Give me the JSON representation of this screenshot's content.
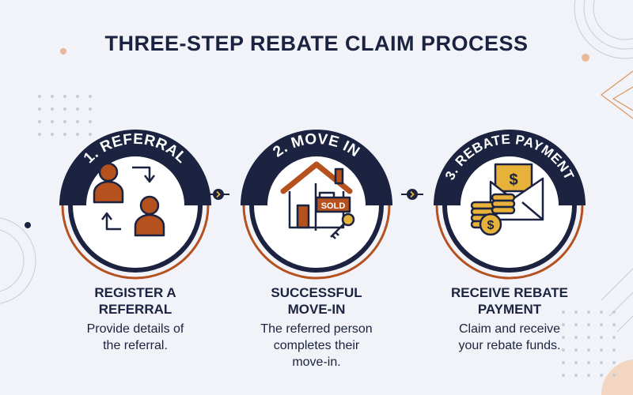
{
  "title": "THREE-STEP REBATE CLAIM PROCESS",
  "colors": {
    "navy": "#1b2340",
    "orange": "#b5511f",
    "gold": "#e7b23a",
    "light": "#f1f3f8"
  },
  "steps": [
    {
      "badge": "1. REFERRAL",
      "title_line1": "REGISTER A",
      "title_line2": "REFERRAL",
      "desc_line1": "Provide details of",
      "desc_line2": "the referral.",
      "desc_line3": "",
      "icon": "referral-people-icon"
    },
    {
      "badge": "2. MOVE IN",
      "title_line1": "SUCCESSFUL",
      "title_line2": "MOVE-IN",
      "desc_line1": "The referred person",
      "desc_line2": "completes their",
      "desc_line3": "move-in.",
      "icon": "house-sold-key-icon",
      "sign": "SOLD"
    },
    {
      "badge": "3. REBATE PAYMENT",
      "title_line1": "RECEIVE REBATE",
      "title_line2": "PAYMENT",
      "desc_line1": "Claim and receive",
      "desc_line2": "your rebate funds.",
      "desc_line3": "",
      "icon": "envelope-coins-icon"
    }
  ]
}
